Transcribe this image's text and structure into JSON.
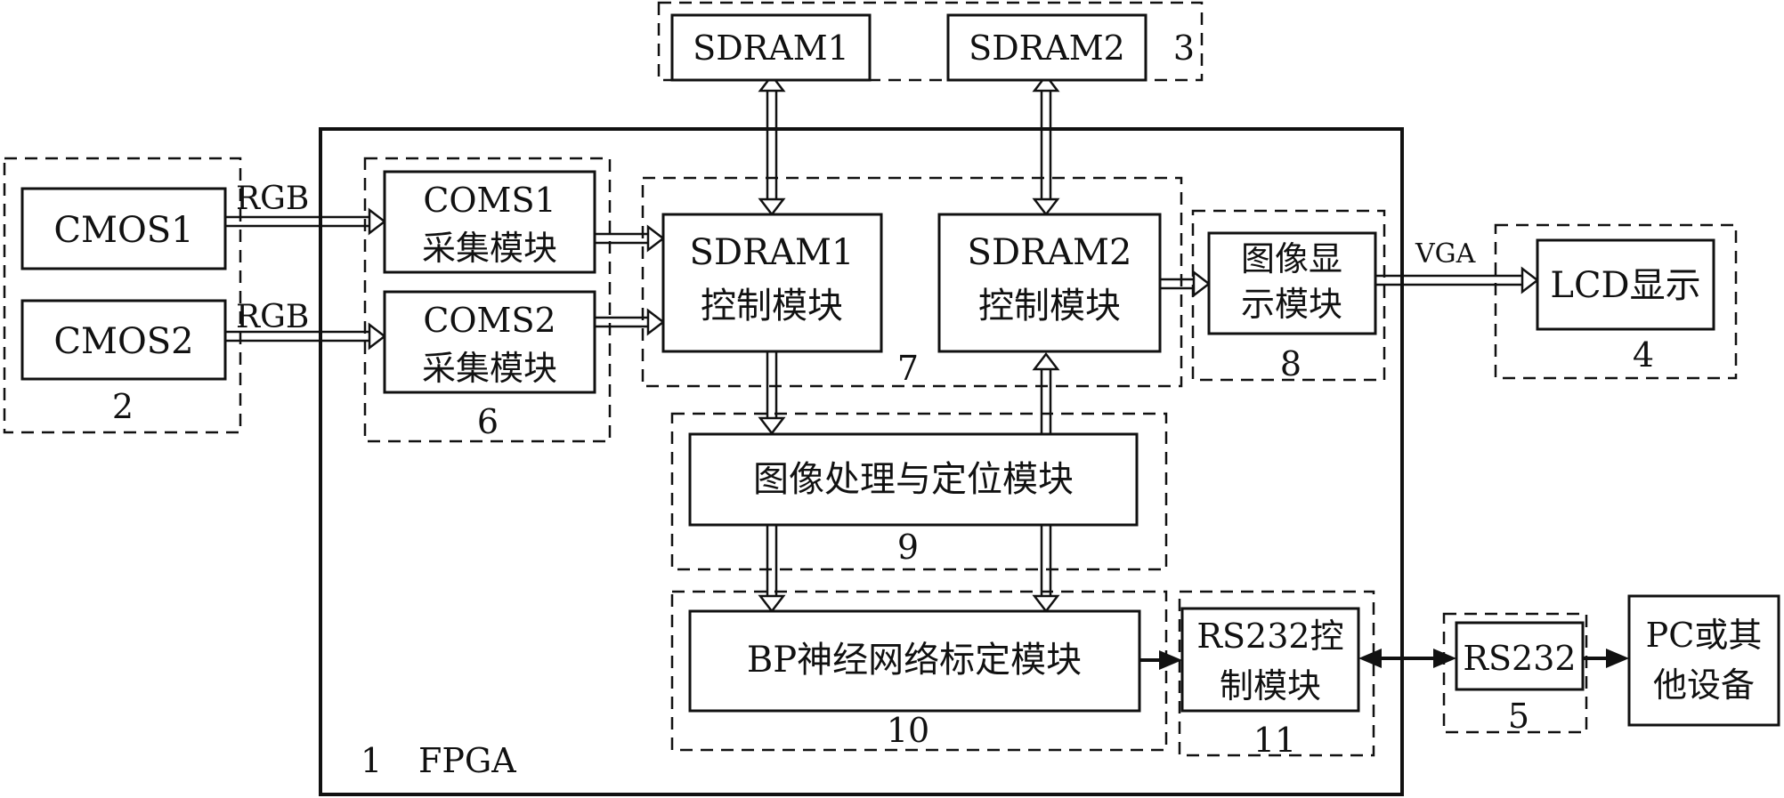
{
  "fpga": {
    "number": "1",
    "label": "FPGA"
  },
  "groups": {
    "cmos": "2",
    "sdram": "3",
    "lcd": "4",
    "rs232": "5",
    "capture": "6",
    "control": "7",
    "display": "8",
    "processing": "9",
    "bp": "10",
    "rs232_ctrl": "11"
  },
  "blocks": {
    "cmos1": "CMOS1",
    "cmos2": "CMOS2",
    "coms1_a": "COMS1",
    "coms1_b": "采集模块",
    "coms2_a": "COMS2",
    "coms2_b": "采集模块",
    "sdram1": "SDRAM1",
    "sdram2": "SDRAM2",
    "sdram1_ctrl_a": "SDRAM1",
    "sdram1_ctrl_b": "控制模块",
    "sdram2_ctrl_a": "SDRAM2",
    "sdram2_ctrl_b": "控制模块",
    "display_a": "图像显",
    "display_b": "示模块",
    "lcd": "LCD显示",
    "image_proc": "图像处理与定位模块",
    "bp": "BP神经网络标定模块",
    "rs232_ctrl_a": "RS232控",
    "rs232_ctrl_b": "制模块",
    "rs232": "RS232",
    "pc_a": "PC或其",
    "pc_b": "他设备"
  },
  "links": {
    "rgb1": "RGB",
    "rgb2": "RGB",
    "vga": "VGA"
  }
}
